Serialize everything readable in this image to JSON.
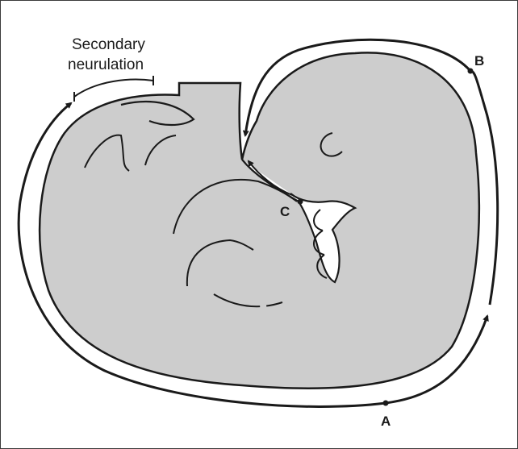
{
  "figure": {
    "caption_line1": "Secondary",
    "caption_line2": "neurulation",
    "points": {
      "a": "A",
      "b": "B",
      "c": "C"
    }
  },
  "colors": {
    "embryo_fill": "#cdcdcd",
    "stroke": "#1a1a1a",
    "background": "#ffffff"
  }
}
